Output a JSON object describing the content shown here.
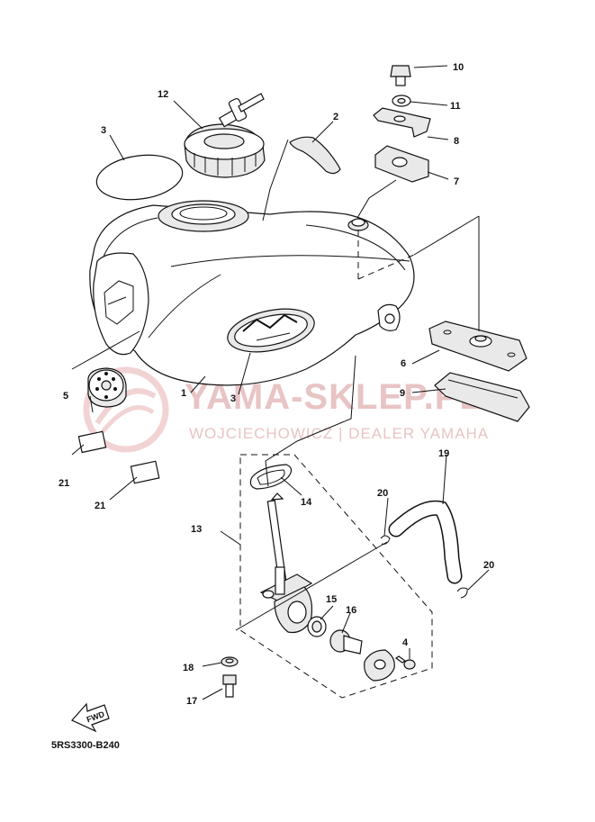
{
  "diagram": {
    "code": "5RS3300-B240",
    "watermark": {
      "brand": "YAMA-SKLEP.PL",
      "dealer": "WOJCIECHOWICZ | DEALER YAMAHA"
    },
    "fwd_label": "FWD",
    "callouts": [
      "1",
      "2",
      "3",
      "3",
      "4",
      "5",
      "6",
      "7",
      "8",
      "9",
      "10",
      "11",
      "12",
      "13",
      "14",
      "15",
      "16",
      "17",
      "18",
      "19",
      "20",
      "20",
      "21",
      "21"
    ]
  }
}
